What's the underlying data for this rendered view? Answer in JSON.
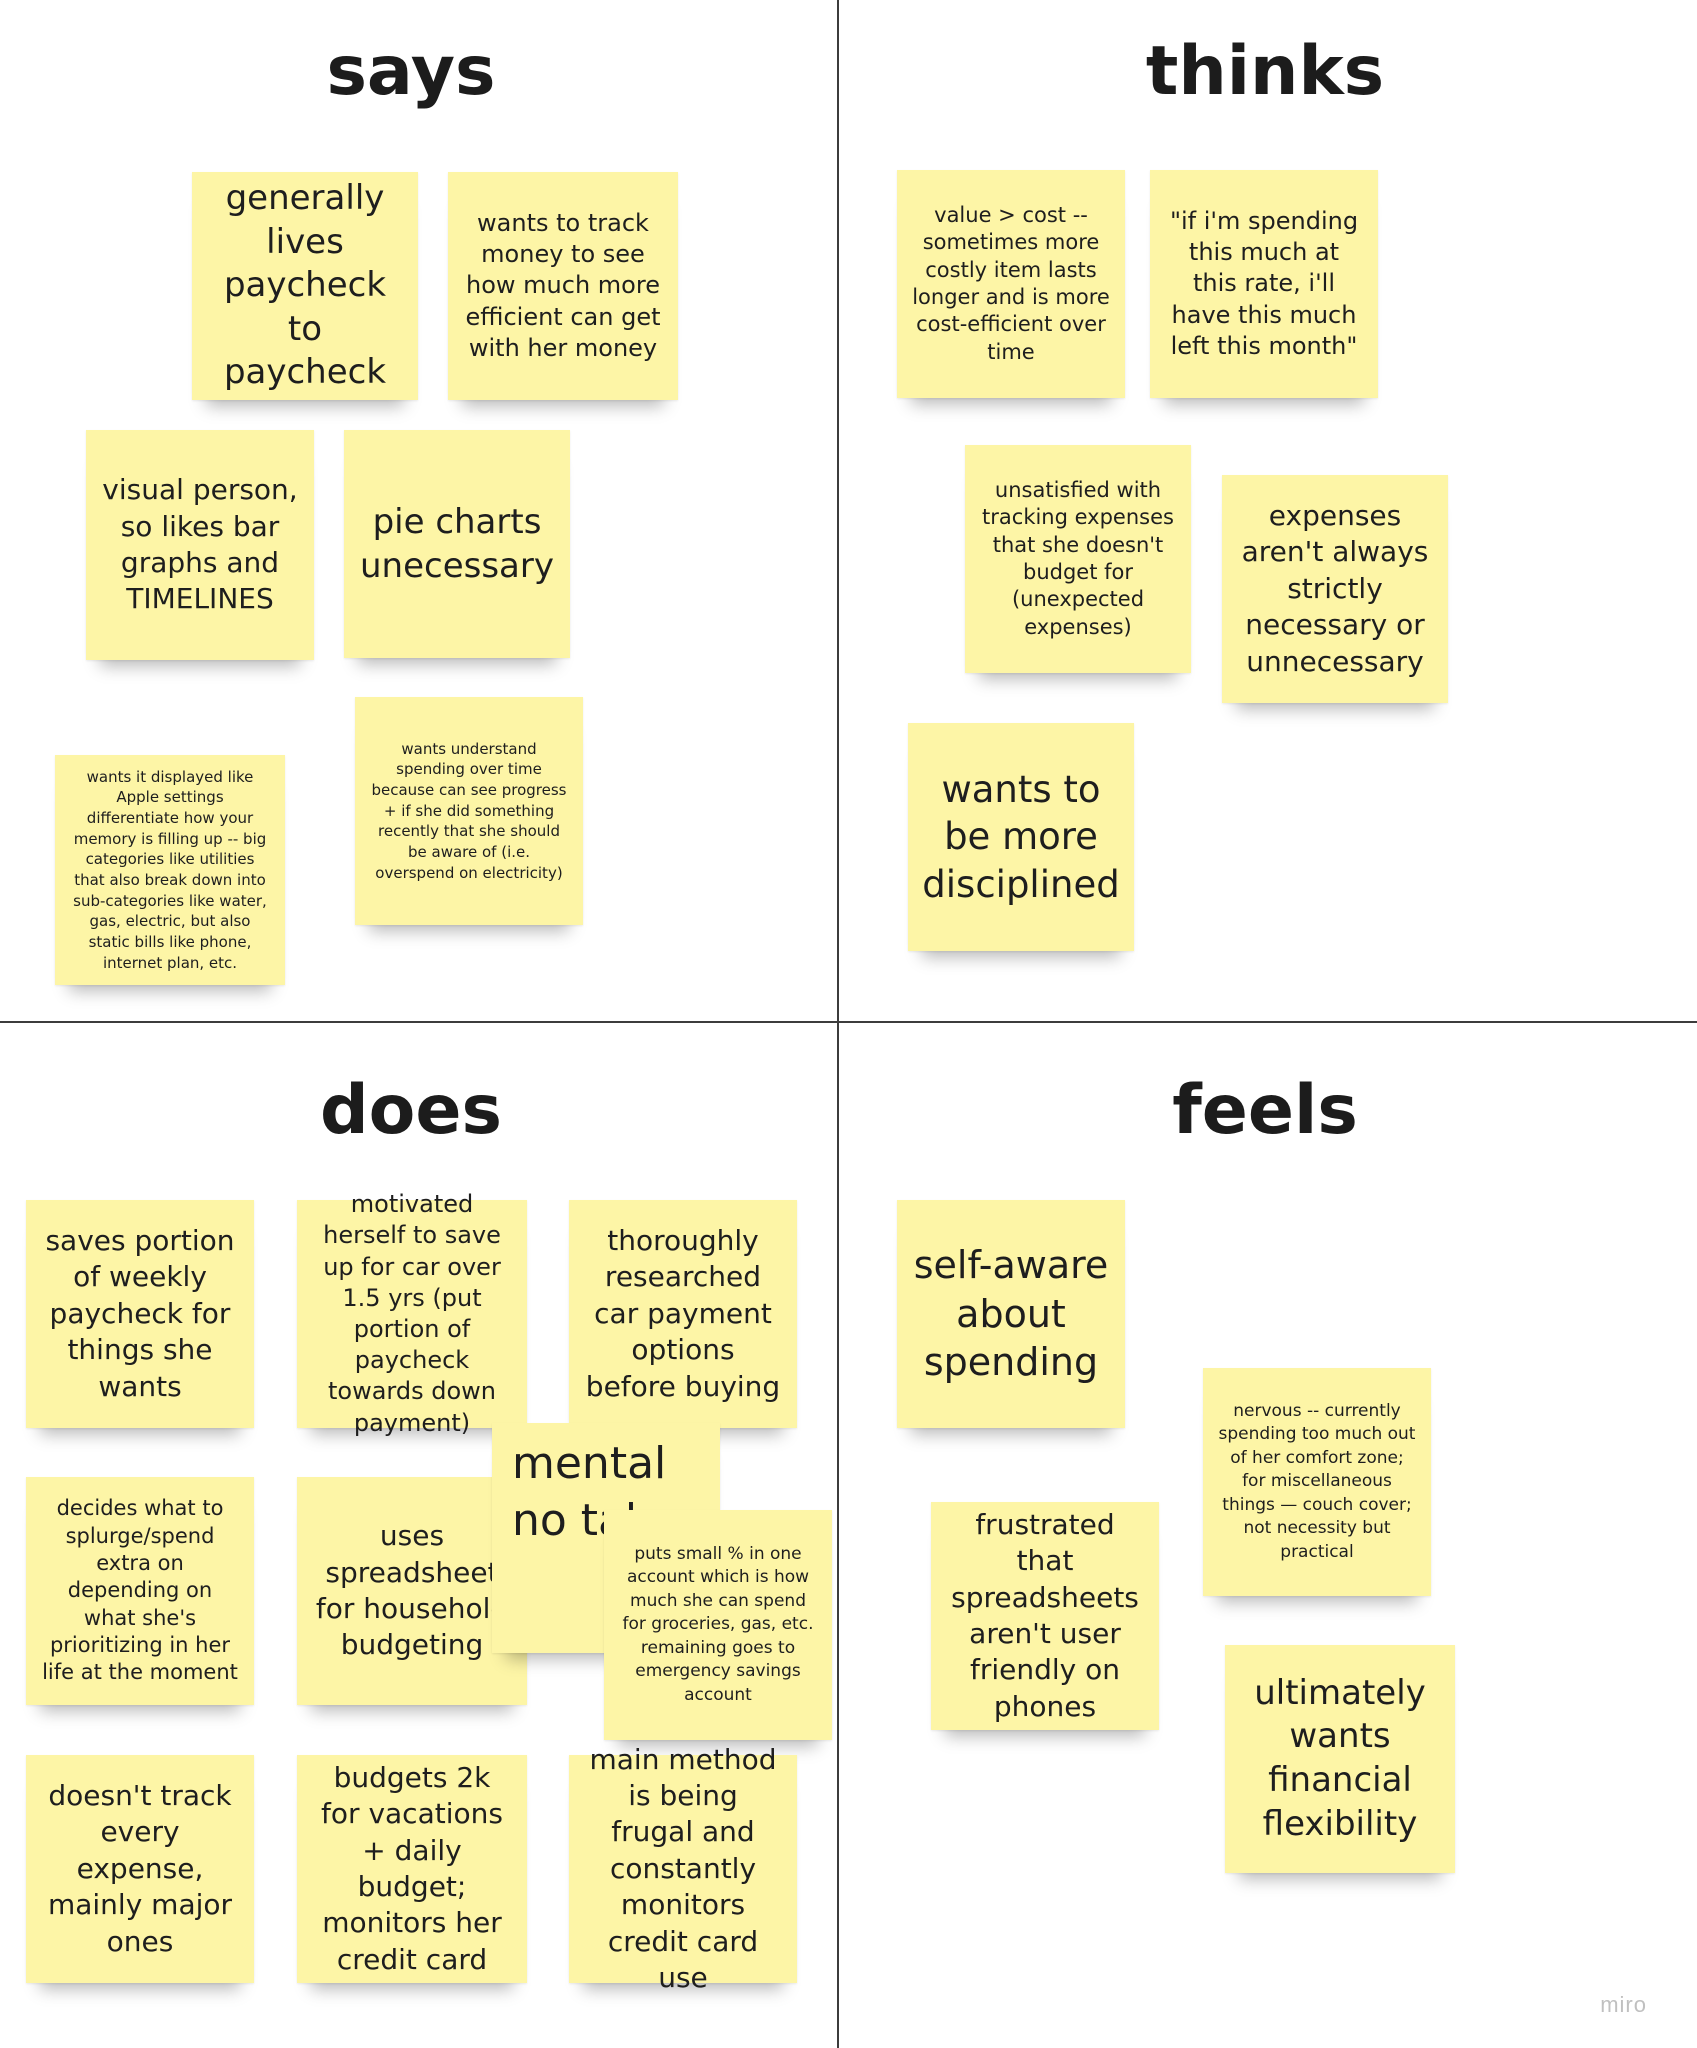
{
  "quadrants": {
    "says": "says",
    "thinks": "thinks",
    "does": "does",
    "feels": "feels"
  },
  "notes": {
    "says": [
      "generally lives paycheck to paycheck",
      "wants to track money to see how much more efficient can get with her money",
      "visual person, so likes bar graphs and TIMELINES",
      "pie charts unecessary",
      "wants it displayed like Apple settings differentiate how your memory is filling up -- big categories like utilities that also break down into sub-categories like water, gas, electric, but also static bills like phone, internet plan, etc.",
      "wants understand spending over time because can see progress + if she did something recently that she should be aware of (i.e. overspend on electricity)"
    ],
    "thinks": [
      "value > cost -- sometimes more costly item lasts longer and is more cost-efficient over time",
      "\"if i'm spending this much at this rate, i'll have this much left this month\"",
      "unsatisfied with tracking expenses that she doesn't budget for (unexpected expenses)",
      "expenses aren't always strictly necessary or unnecessary",
      "wants to be more disciplined"
    ],
    "does": [
      "saves portion of weekly paycheck for things she wants",
      "motivated herself to save up for car over 1.5 yrs (put portion of paycheck towards down payment)",
      "thoroughly researched car payment options before buying",
      "decides what to splurge/spend extra on depending on what she's prioritizing in her life at the moment",
      "uses spreadsheet for household budgeting",
      "mental no tak",
      "puts small % in one account which is how much she can spend for groceries, gas, etc. remaining goes to emergency savings account",
      "doesn't track every expense, mainly major ones",
      "budgets 2k for vacations + daily budget; monitors her credit card",
      "main method is being frugal and constantly monitors credit card use"
    ],
    "feels": [
      "self-aware about spending",
      "nervous -- currently spending too much out of her comfort zone; for miscellaneous things — couch cover; not necessity but practical",
      "frustrated that spreadsheets aren't user friendly on phones",
      "ultimately wants financial flexibility"
    ]
  },
  "watermark": "miro",
  "colors": {
    "sticky": "#fdf5a6",
    "divider": "#3c3c3c",
    "title": "#1c1c1c"
  }
}
